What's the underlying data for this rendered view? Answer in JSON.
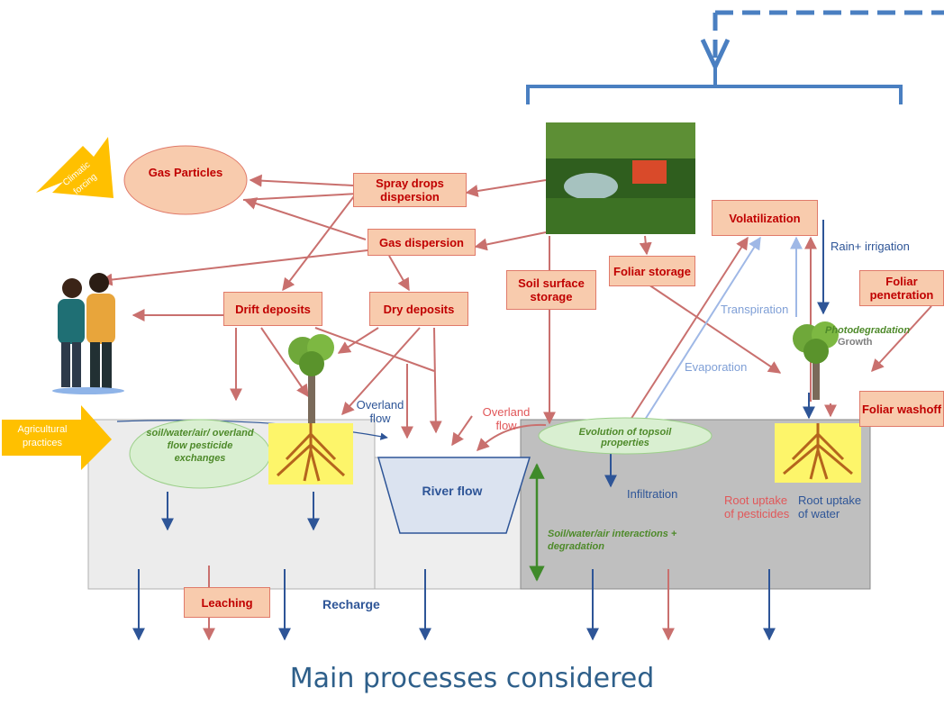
{
  "title": "Main processes considered",
  "boxes": {
    "spray": "Spray drops dispersion",
    "gas_dispersion": "Gas dispersion",
    "volatilization": "Volatilization",
    "drift_deposits": "Drift deposits",
    "dry_deposits": "Dry deposits",
    "soil_surface_storage": "Soil surface storage",
    "foliar_storage": "Foliar storage",
    "foliar_penetration": "Foliar penetration",
    "foliar_washoff": "Foliar washoff",
    "leaching": "Leaching"
  },
  "ellipses": {
    "gas_particles": "Gas Particles",
    "soil_exchanges": "soil/water/air/ overland flow pesticide exchanges",
    "evolution_topsoil": "Evolution of topsoil properties"
  },
  "arrows_text": {
    "climatic": "Climatic forcing",
    "agricultural": "Agricultural practices"
  },
  "labels": {
    "rain": "Rain+ irrigation",
    "transpiration": "Transpiration",
    "evaporation": "Evaporation",
    "photodegradation": "Photodegradation",
    "growth": "Growth",
    "overland1": "Overland flow",
    "overland2": "Overland flow",
    "river_flow": "River flow",
    "infiltration": "Infiltration",
    "root_pesticides": "Root uptake of pesticides",
    "root_water": "Root uptake of water",
    "soil_interactions": "Soil/water/air interactions + degradation",
    "recharge": "Recharge"
  },
  "colors": {
    "box_fill": "#f8cbad",
    "box_text": "#c00000",
    "red_arrow": "#c9706e",
    "blue_arrow": "#2e5597",
    "light_blue": "#9fb8e6",
    "green": "#4e8a2a",
    "climatic": "#ffc000",
    "accent_blue": "#4a7fc1"
  }
}
